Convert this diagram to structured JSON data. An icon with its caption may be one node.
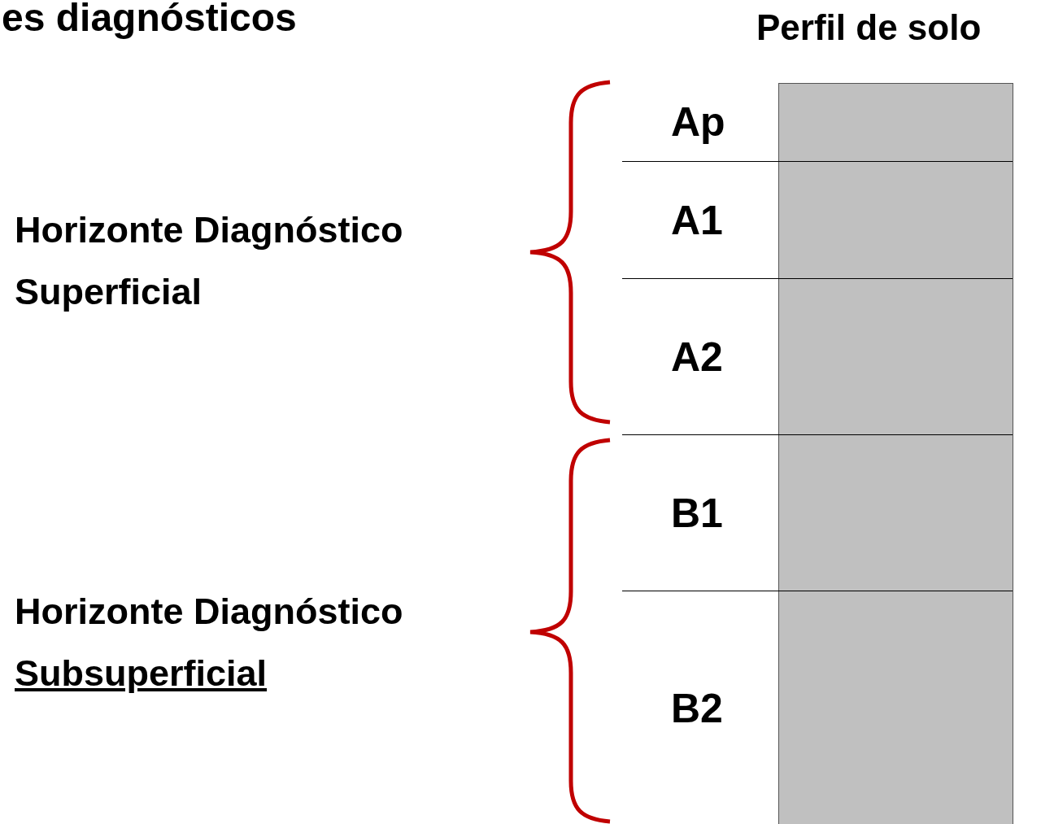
{
  "diagram": {
    "title": "es diagnósticos",
    "nodes": [
      {
        "text": [
          "Ap"
        ]
      },
      {
        "text": [
          "A1"
        ]
      },
      {
        "text": [
          "A2"
        ]
      },
      {
        "text": [
          "B1"
        ]
      },
      {
        "text": [
          "B2"
        ]
      }
    ],
    "labels": [
      "Perfil de solo",
      "Horizonte Diagnóstico Superficial",
      "Horizonte Diagnóstico Subsuperficial"
    ]
  }
}
